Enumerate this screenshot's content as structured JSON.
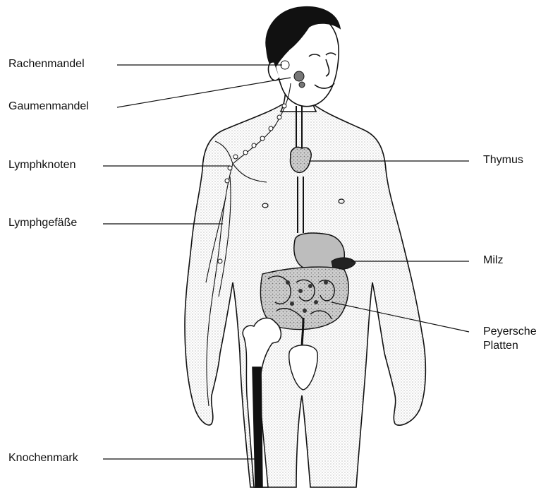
{
  "labels": {
    "rachenmandel": "Rachenmandel",
    "gaumenmandel": "Gaumenmandel",
    "lymphknoten": "Lymphknoten",
    "lymphgefaesse": "Lymphgefäße",
    "knochenmark": "Knochenmark",
    "thymus": "Thymus",
    "milz": "Milz",
    "peyersche_line1": "Peyersche",
    "peyersche_line2": "Platten"
  },
  "colors": {
    "ink": "#111111",
    "background": "#ffffff",
    "skin_shade": "#d9d9d9",
    "organ_fill": "#bdbdbd"
  }
}
